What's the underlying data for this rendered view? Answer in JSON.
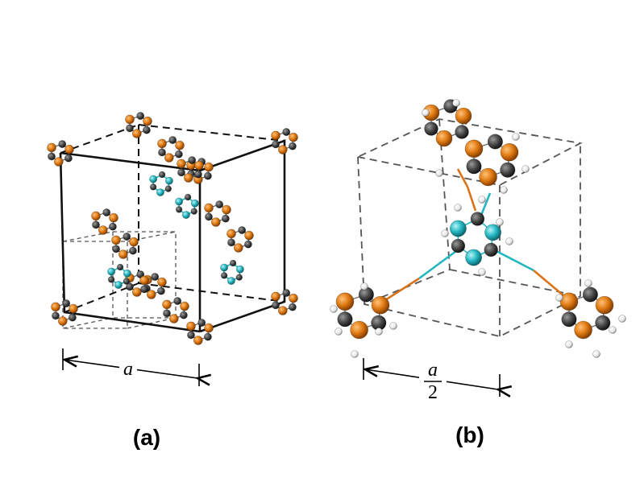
{
  "panel_a": {
    "label": "(a)",
    "dimension_symbol": "a"
  },
  "panel_b": {
    "label": "(b)",
    "dimension_numerator": "a",
    "dimension_denominator": "2"
  },
  "colors": {
    "orange_atom": "#e07a12",
    "dark_atom": "#4a4a4a",
    "cyan_atom": "#26b8c4",
    "hydrogen_atom": "#f2f2f2",
    "cell_edge": "#111111",
    "dashed_edge": "#555555",
    "orange_bond": "#d9731a",
    "cyan_bond": "#22b6c0"
  }
}
